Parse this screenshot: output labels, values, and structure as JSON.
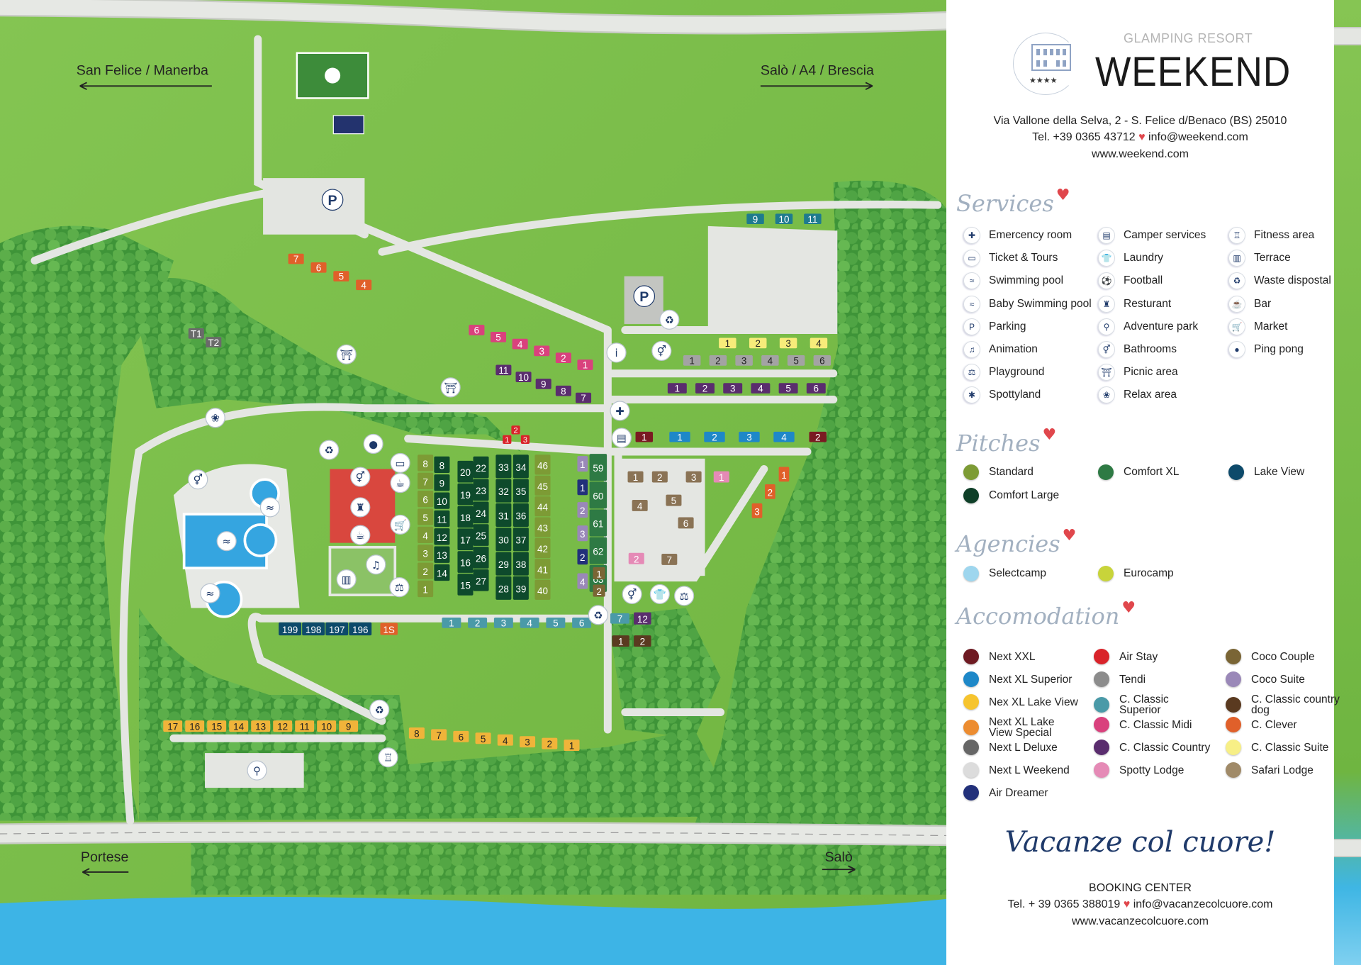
{
  "map": {
    "labels": {
      "top_left": "San Felice / Manerba",
      "top_right": "Salò / A4 / Brescia",
      "bottom_left": "Portese",
      "bottom_right": "Salò",
      "parking": "P"
    },
    "units": [
      {
        "type": "Lake View",
        "color": "#1e7b8e",
        "labels": [
          "9",
          "10",
          "11"
        ]
      },
      {
        "type": "C. Classic Suite",
        "color": "#f7ec7a",
        "labels": [
          "1",
          "2",
          "3",
          "4"
        ]
      },
      {
        "type": "Tendi",
        "color": "#a3a3a3",
        "labels": [
          "1",
          "2",
          "3",
          "4",
          "5",
          "6"
        ]
      },
      {
        "type": "C. Classic Country",
        "color": "#5a2d6e",
        "labels": [
          "1",
          "2",
          "3",
          "4",
          "5",
          "6"
        ]
      },
      {
        "type": "Next XXL",
        "color": "#7a1a22",
        "labels": [
          "1"
        ]
      },
      {
        "type": "Next XL Superior",
        "color": "#1e88c8",
        "labels": [
          "1",
          "2",
          "3",
          "4"
        ]
      },
      {
        "type": "Next XXL",
        "color": "#7a1a22",
        "labels": [
          "2"
        ]
      },
      {
        "type": "C. Clever",
        "color": "#e0602a",
        "labels": [
          "7",
          "6",
          "5",
          "4"
        ]
      },
      {
        "type": "C. Classic Midi",
        "color": "#d9417d",
        "labels": [
          "6",
          "5",
          "4",
          "3",
          "2",
          "1"
        ]
      },
      {
        "type": "C. Classic Country",
        "color": "#5a2d6e",
        "labels": [
          "11",
          "10",
          "9",
          "8",
          "7"
        ]
      },
      {
        "type": "Standard",
        "color": "#7d9b35",
        "labels": [
          "8",
          "7",
          "6",
          "5",
          "4",
          "3",
          "2",
          "1"
        ]
      },
      {
        "type": "Comfort Large",
        "color": "#0e4a2c",
        "labels": [
          "8",
          "9",
          "10",
          "11",
          "12",
          "13",
          "14"
        ]
      },
      {
        "type": "Comfort Large",
        "color": "#0e4a2c",
        "labels": [
          "20",
          "19",
          "18",
          "17",
          "16",
          "15"
        ]
      },
      {
        "type": "Comfort Large",
        "color": "#0e4a2c",
        "labels": [
          "22",
          "23",
          "24",
          "25",
          "26",
          "27"
        ]
      },
      {
        "type": "Comfort Large",
        "color": "#0e4a2c",
        "labels": [
          "33",
          "32",
          "31",
          "30",
          "29",
          "28"
        ]
      },
      {
        "type": "Comfort Large",
        "color": "#0e4a2c",
        "labels": [
          "34",
          "35",
          "36",
          "37",
          "38",
          "39"
        ]
      },
      {
        "type": "Standard",
        "color": "#7d9b35",
        "labels": [
          "46",
          "45",
          "44",
          "43",
          "42",
          "41",
          "40"
        ]
      },
      {
        "type": "Comfort XL",
        "color": "#2e7a44",
        "labels": [
          "59",
          "60",
          "61",
          "62",
          "63"
        ]
      },
      {
        "type": "Lake View",
        "color": "#0d4a6a",
        "labels": [
          "199",
          "198",
          "197",
          "196"
        ]
      },
      {
        "type": "C. Clever",
        "color": "#e0602a",
        "labels": [
          "1S"
        ]
      },
      {
        "type": "C. Classic Superior",
        "color": "#4a9aa8",
        "labels": [
          "1",
          "2",
          "3",
          "4",
          "5",
          "6",
          "7"
        ]
      },
      {
        "type": "C. Classic Country",
        "color": "#5a2d6e",
        "labels": [
          "12"
        ]
      },
      {
        "type": "C. Classic country dog",
        "color": "#5a3a20",
        "labels": [
          "1",
          "2"
        ]
      },
      {
        "type": "Nex XL Lake View",
        "color": "#f0b43a",
        "labels": [
          "17",
          "16",
          "15",
          "14",
          "13",
          "12",
          "11",
          "10",
          "9"
        ]
      },
      {
        "type": "Nex XL Lake View",
        "color": "#f0b43a",
        "labels": [
          "8",
          "7",
          "6",
          "5",
          "4",
          "3",
          "2",
          "1"
        ]
      },
      {
        "type": "Coco Couple",
        "color": "#8a7355",
        "labels": [
          "1",
          "2",
          "3",
          "4",
          "5",
          "6",
          "7"
        ]
      },
      {
        "type": "C. Clever",
        "color": "#e0602a",
        "labels": [
          "1",
          "2",
          "3"
        ]
      },
      {
        "type": "Spotty Lodge",
        "color": "#e58ab6",
        "labels": [
          "1",
          "2"
        ]
      },
      {
        "type": "Coco Suite",
        "color": "#9a88b8",
        "labels": [
          "1",
          "2",
          "3",
          "4"
        ]
      },
      {
        "type": "Air Dreamer",
        "color": "#22307a",
        "labels": [
          "1",
          "2"
        ]
      },
      {
        "type": "Coco Couple",
        "color": "#7a6535",
        "labels": [
          "1",
          "2"
        ]
      },
      {
        "type": "Next L Deluxe",
        "color": "#6a6a6a",
        "labels": [
          "T1",
          "T2"
        ]
      },
      {
        "type": "Air Stay",
        "color": "#d9232a",
        "labels": [
          "2",
          "1",
          "3"
        ]
      }
    ]
  },
  "header": {
    "logo_subtitle": "GLAMPING RESORT",
    "logo_title": "WEEKEND",
    "logo_stars": "★★★★",
    "address": "Via Vallone della Selva, 2 - S. Felice d/Benaco (BS) 25010",
    "tel": "Tel. +39 0365 43712",
    "email": "info@weekend.com",
    "website": "www.weekend.com"
  },
  "services": {
    "title": "Services",
    "items": [
      {
        "label": "Emercency room",
        "icon": "first-aid-icon",
        "glyph": "✚"
      },
      {
        "label": "Ticket & Tours",
        "icon": "ticket-icon",
        "glyph": "▭"
      },
      {
        "label": "Swimming pool",
        "icon": "swimmer-icon",
        "glyph": "≈"
      },
      {
        "label": "Baby Swimming pool",
        "icon": "baby-swimmer-icon",
        "glyph": "≈"
      },
      {
        "label": "Parking",
        "icon": "parking-icon",
        "glyph": "P"
      },
      {
        "label": "Animation",
        "icon": "music-note-icon",
        "glyph": "♫"
      },
      {
        "label": "Playground",
        "icon": "seesaw-icon",
        "glyph": "⚖"
      },
      {
        "label": "Spottyland",
        "icon": "spottyland-icon",
        "glyph": "✱"
      },
      {
        "label": "Camper services",
        "icon": "camper-icon",
        "glyph": "▤"
      },
      {
        "label": "Laundry",
        "icon": "shirt-icon",
        "glyph": "👕"
      },
      {
        "label": "Football",
        "icon": "football-icon",
        "glyph": "⚽"
      },
      {
        "label": "Resturant",
        "icon": "chef-icon",
        "glyph": "♜"
      },
      {
        "label": "Adventure park",
        "icon": "climber-icon",
        "glyph": "⚲"
      },
      {
        "label": "Bathrooms",
        "icon": "restroom-icon",
        "glyph": "⚥"
      },
      {
        "label": "Picnic area",
        "icon": "picnic-table-icon",
        "glyph": "⛩"
      },
      {
        "label": "Relax area",
        "icon": "lotus-icon",
        "glyph": "❀"
      },
      {
        "label": "Fitness area",
        "icon": "fitness-icon",
        "glyph": "♖"
      },
      {
        "label": "Terrace",
        "icon": "terrace-icon",
        "glyph": "▥"
      },
      {
        "label": "Waste dispostal",
        "icon": "recycle-bin-icon",
        "glyph": "♻"
      },
      {
        "label": "Bar",
        "icon": "coffee-cup-icon",
        "glyph": "☕"
      },
      {
        "label": "Market",
        "icon": "cart-icon",
        "glyph": "🛒"
      },
      {
        "label": "Ping pong",
        "icon": "ping-pong-icon",
        "glyph": "●"
      }
    ]
  },
  "pitches": {
    "title": "Pitches",
    "items": [
      {
        "label": "Standard",
        "color": "#7d9b35"
      },
      {
        "label": "Comfort XL",
        "color": "#2e7a44"
      },
      {
        "label": "Lake View",
        "color": "#0d4a6a"
      },
      {
        "label": "Comfort Large",
        "color": "#0e3f28"
      }
    ]
  },
  "agencies": {
    "title": "Agencies",
    "items": [
      {
        "label": "Selectcamp",
        "color": "#9ed6ee"
      },
      {
        "label": "Eurocamp",
        "color": "#c8d43a"
      }
    ]
  },
  "accommodation": {
    "title": "Accomodation",
    "items": [
      {
        "label": "Next XXL",
        "color": "#6e1a22"
      },
      {
        "label": "Next XL Superior",
        "color": "#1e88c8"
      },
      {
        "label": "Nex XL Lake View",
        "color": "#f6c42e"
      },
      {
        "label": "Next XL Lake View Special",
        "color": "#ec8c30"
      },
      {
        "label": "Next L Deluxe",
        "color": "#666666"
      },
      {
        "label": "Next L Weekend",
        "color": "#dcdcdc"
      },
      {
        "label": "Air Dreamer",
        "color": "#22307a"
      },
      {
        "label": "Air Stay",
        "color": "#d9232a"
      },
      {
        "label": "Tendi",
        "color": "#8c8c8c"
      },
      {
        "label": "C. Classic Superior",
        "color": "#4a9aa8"
      },
      {
        "label": "C. Classic Midi",
        "color": "#d9417d"
      },
      {
        "label": "C. Classic Country",
        "color": "#5a2d6e"
      },
      {
        "label": "Spotty Lodge",
        "color": "#e58ab6"
      },
      {
        "label": "Coco Couple",
        "color": "#7a6535"
      },
      {
        "label": "Coco Suite",
        "color": "#9a88b8"
      },
      {
        "label": "C. Classic country dog",
        "color": "#5a3a20"
      },
      {
        "label": "C. Clever",
        "color": "#e0602a"
      },
      {
        "label": "C. Classic Suite",
        "color": "#f7ef86"
      },
      {
        "label": "Safari Lodge",
        "color": "#a08a68"
      }
    ]
  },
  "footer": {
    "slogan": "Vacanze col cuore!",
    "booking_title": "BOOKING CENTER",
    "tel": "Tel. + 39 0365 388019",
    "email": "info@vacanzecolcuore.com",
    "website": "www.vacanzecolcuore.com"
  }
}
